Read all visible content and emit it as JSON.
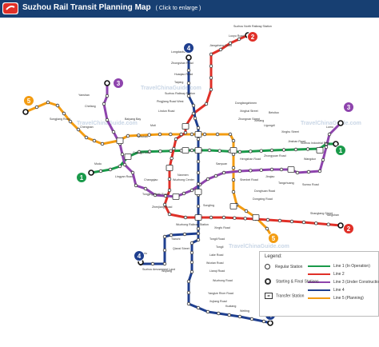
{
  "header": {
    "title": "Suzhou Rail Transit Planning Map",
    "subtitle": "( Click to enlarge )"
  },
  "watermarks": [
    "TravelChinaGuide.com",
    "TravelChinaGuide.com",
    "TravelChinaGuide.com",
    "TravelChinaGuide.com"
  ],
  "line_badges": [
    {
      "num": "1",
      "color": "#1a9a4a"
    },
    {
      "num": "1",
      "color": "#1a9a4a"
    },
    {
      "num": "2",
      "color": "#e03028"
    },
    {
      "num": "2",
      "color": "#e03028"
    },
    {
      "num": "3",
      "color": "#8e44ad"
    },
    {
      "num": "3",
      "color": "#8e44ad"
    },
    {
      "num": "4",
      "color": "#1f3f8f"
    },
    {
      "num": "4",
      "color": "#1f3f8f"
    },
    {
      "num": "4",
      "color": "#1f3f8f"
    },
    {
      "num": "5",
      "color": "#f39c12"
    },
    {
      "num": "5",
      "color": "#f39c12"
    }
  ],
  "station_labels": [
    "Suzhou North Railway Station",
    "Luoyu Road",
    "Jiangcheng Road",
    "Longdaobang",
    "Zhongshan Road",
    "Huaqiao Road",
    "Taiping",
    "Suzhou Railway Station",
    "Pingjiang Road West",
    "Lindun Road",
    "Dongfangzhimen",
    "Xinghai Street",
    "Zhongnan Street",
    "Ligongdi",
    "Xinghu Street",
    "Suzhou Industrial Park",
    "Zhongyuan Road",
    "Hengshan Road",
    "Sanyuan",
    "Moti",
    "Shishan",
    "Baiyang Bay",
    "Guangji Road",
    "Lingyan Road",
    "Mudu",
    "Wuzhong Railway Station",
    "Wuzhong Center",
    "Nanmen",
    "Changqiao",
    "Tongjing North Road",
    "Zhenjiang Road",
    "Songling",
    "Tongli Road",
    "Tongli",
    "Lake Road",
    "Wuxian Road",
    "Lianqi Road",
    "Wuzhong Road",
    "Yangtze River Road",
    "Xujiang Road",
    "Kuatang",
    "Weiting",
    "Jinji Lake",
    "Donghuan Road",
    "Dongxing Road",
    "Shangtang Street",
    "Yangshan",
    "Shenbei Road",
    "Jinqiao",
    "Tangzhuang",
    "Sunwu Road",
    "Wangdun",
    "Jinshan Road",
    "Xietang",
    "Beisituo",
    "Yanshan",
    "Chefang",
    "Songjiang Road",
    "Chengnan",
    "Tianchi",
    "Qianxi Street",
    "Xinlu",
    "Suzhou Amusement Land",
    "Wujiang",
    "Xingfu Road",
    "Lumu"
  ],
  "legend": {
    "title": "Legend:",
    "entries": [
      {
        "label": "Line 1 (In Operation)",
        "color": "#1a9a4a"
      },
      {
        "label": "Line 2",
        "color": "#e03028"
      },
      {
        "label": "Line 3 (Under Construction)",
        "color": "#8e44ad"
      },
      {
        "label": "Line 4",
        "color": "#1f3f8f"
      },
      {
        "label": "Line 5 (Planning)",
        "color": "#f39c12"
      }
    ],
    "symbols": [
      "Regular Station",
      "Starting & Final Stations",
      "Transfer Station"
    ]
  }
}
